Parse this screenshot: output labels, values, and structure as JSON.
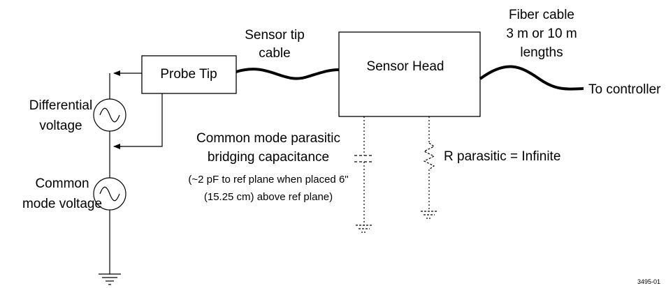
{
  "blocks": {
    "probe_tip": "Probe Tip",
    "sensor_head": "Sensor Head"
  },
  "cables": {
    "sensor_tip": [
      "Sensor tip",
      "cable"
    ],
    "fiber": [
      "Fiber cable",
      "3 m or 10 m",
      "lengths"
    ],
    "destination": "To controller"
  },
  "sources": {
    "differential": [
      "Differential",
      "voltage"
    ],
    "common_mode": [
      "Common",
      "mode voltage"
    ]
  },
  "capacitance": {
    "title": [
      "Common mode parasitic",
      "bridging capacitance"
    ],
    "note": [
      "(~2 pF to ref plane when placed 6\"",
      "(15.25 cm) above ref plane)"
    ]
  },
  "resistance": "R parasitic = Infinite",
  "figure_number": "3495-01"
}
